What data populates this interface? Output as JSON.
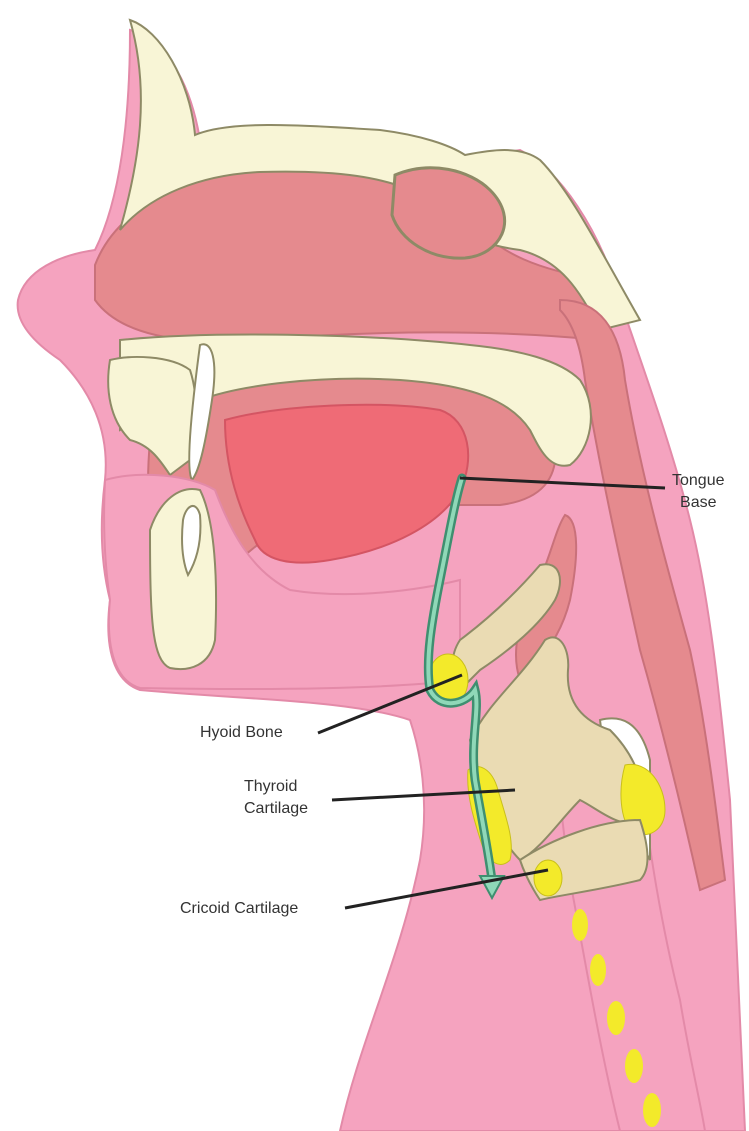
{
  "labels": {
    "tongue_base_line1": "Tongue",
    "tongue_base_line2": "Base",
    "hyoid_bone": "Hyoid Bone",
    "thyroid_line1": "Thyroid",
    "thyroid_line2": "Cartilage",
    "cricoid": "Cricoid Cartilage"
  },
  "colors": {
    "skin": "#f5a3bf",
    "muscle": "#e58a8e",
    "tongue": "#ef6b76",
    "bone": "#f8f5d6",
    "outline": "#8e8a66",
    "cartilage": "#eadbb3",
    "hyoid": "#f3ea2a",
    "tube": "#5fbf9a",
    "airway": "#fbe6ef"
  }
}
